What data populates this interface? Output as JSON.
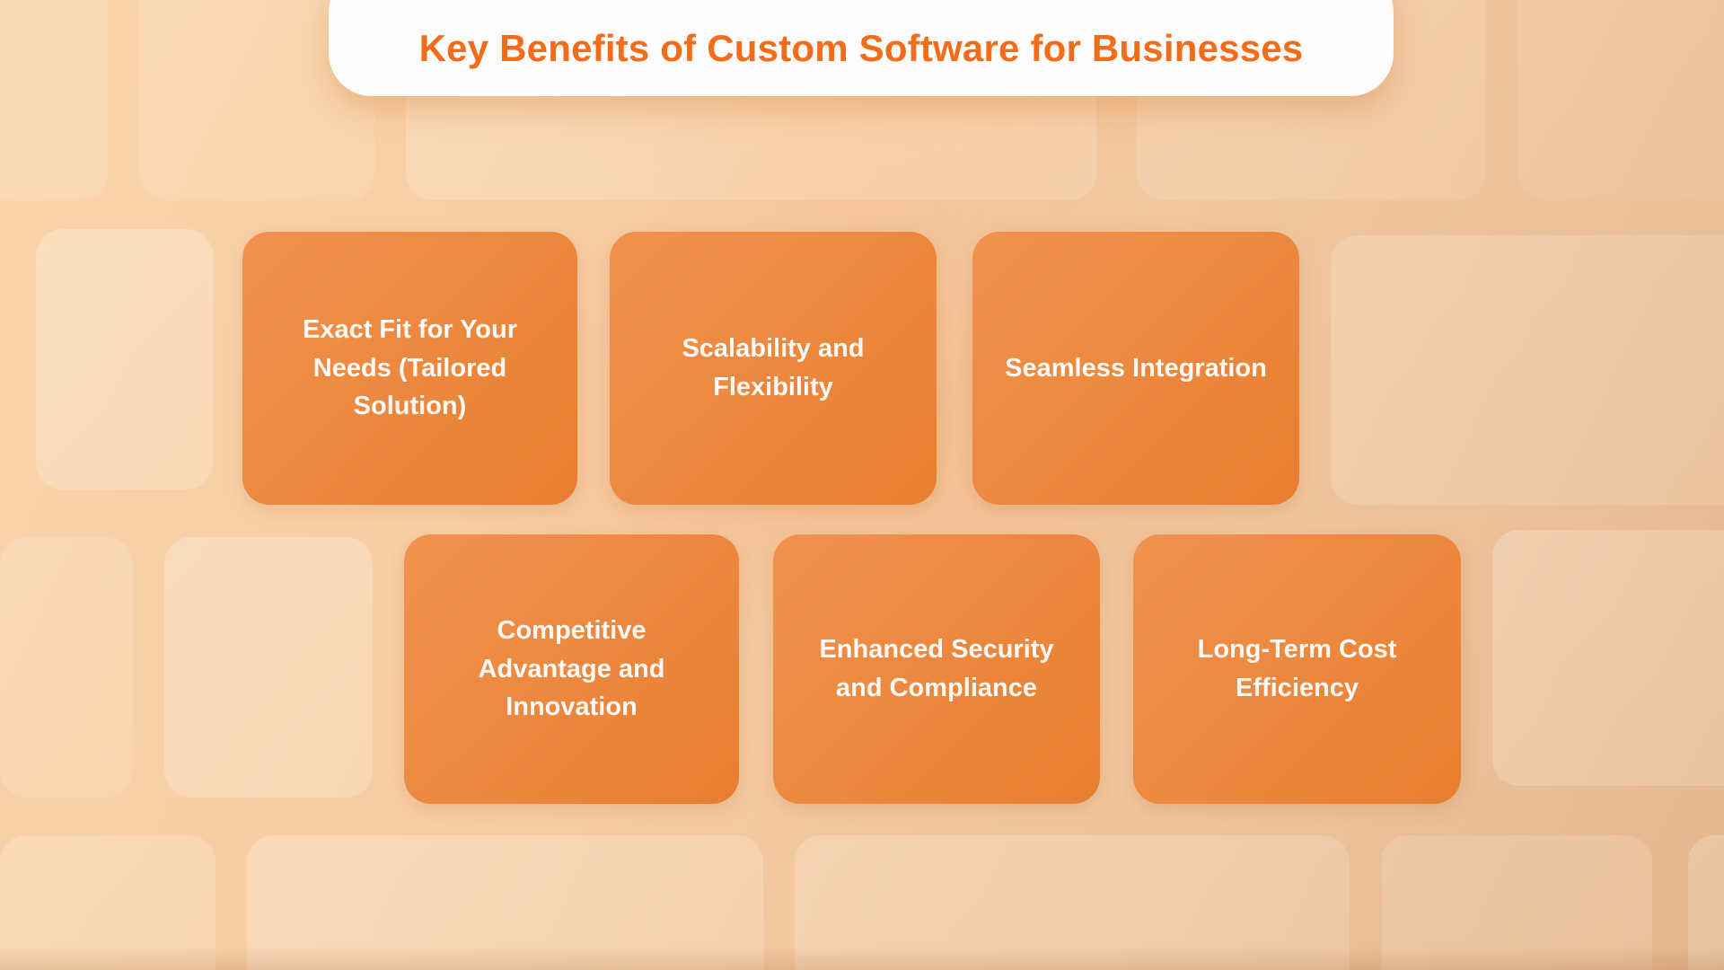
{
  "title": "Key Benefits of Custom Software for Businesses",
  "benefits": [
    {
      "label": "Exact Fit for Your Needs (Tailored Solution)",
      "lines": "Exact Fit for Your\nNeeds (Tailored\nSolution)"
    },
    {
      "label": "Scalability and Flexibility",
      "lines": "Scalability and\nFlexibility"
    },
    {
      "label": "Seamless Integration",
      "lines": "Seamless Integration"
    },
    {
      "label": "Competitive Advantage and Innovation",
      "lines": "Competitive\nAdvantage and\nInnovation"
    },
    {
      "label": "Enhanced Security and Compliance",
      "lines": "Enhanced Security\nand Compliance"
    },
    {
      "label": "Long-Term Cost Efficiency",
      "lines": "Long-Term Cost\nEfficiency"
    }
  ],
  "colors": {
    "title_text": "#F26C1A",
    "banner_bg": "#FDFCFB",
    "card_gradient_start": "#F1924E",
    "card_gradient_end": "#E87E2F",
    "card_text": "#FCF9F6",
    "background_top": "#FAD4AB",
    "background_bottom": "#E4B790"
  }
}
